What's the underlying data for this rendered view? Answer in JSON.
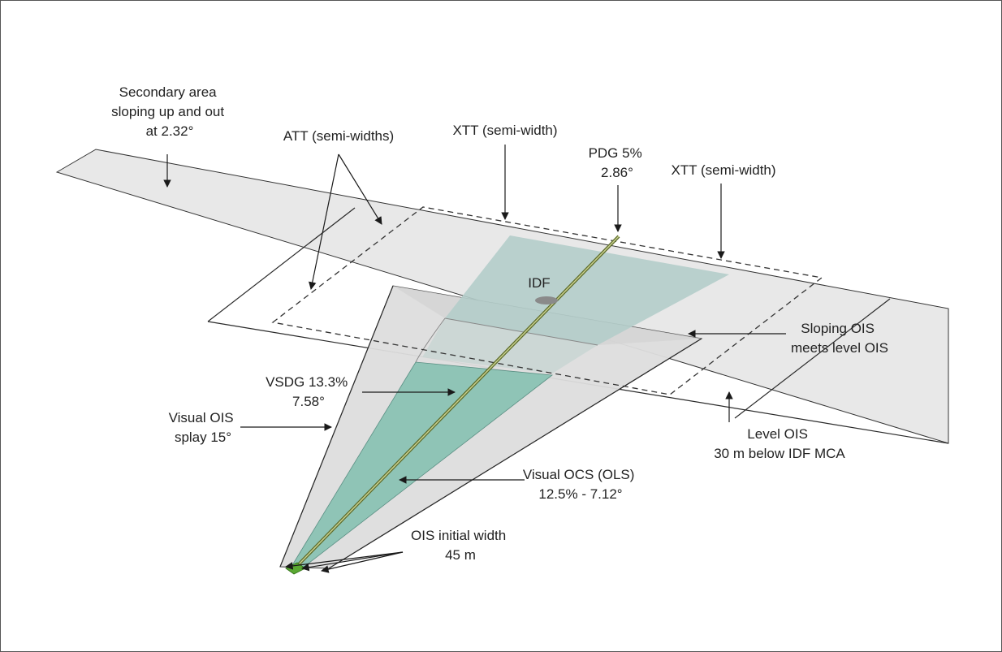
{
  "labels": {
    "secondary_area": [
      "Secondary area",
      "sloping up and out",
      "at 2.32°"
    ],
    "att": [
      "ATT (semi-widths)"
    ],
    "xtt_left": [
      "XTT (semi-width)"
    ],
    "pdg": [
      "PDG 5%",
      "2.86°"
    ],
    "xtt_right": [
      "XTT (semi-width)"
    ],
    "idf": [
      "IDF"
    ],
    "sloping_ois": [
      "Sloping OIS",
      "meets level OIS"
    ],
    "vsdg": [
      "VSDG 13.3%",
      "7.58°"
    ],
    "visual_ois": [
      "Visual OIS",
      "splay 15°"
    ],
    "level_ois": [
      "Level OIS",
      "30 m below IDF MCA"
    ],
    "visual_ocs": [
      "Visual OCS (OLS)",
      "12.5% - 7.12°"
    ],
    "ois_initial": [
      "OIS initial width",
      "45 m"
    ]
  },
  "colors": {
    "surface_light": "#e7e7e7",
    "surface_mid": "#d9d9d9",
    "ocs_teal": "#8fc4b6",
    "upper_teal": "#b4cdca",
    "track_green": "#7a8c3a",
    "pad_green": "#5aa832",
    "idf_marker": "#8a8a8a"
  }
}
